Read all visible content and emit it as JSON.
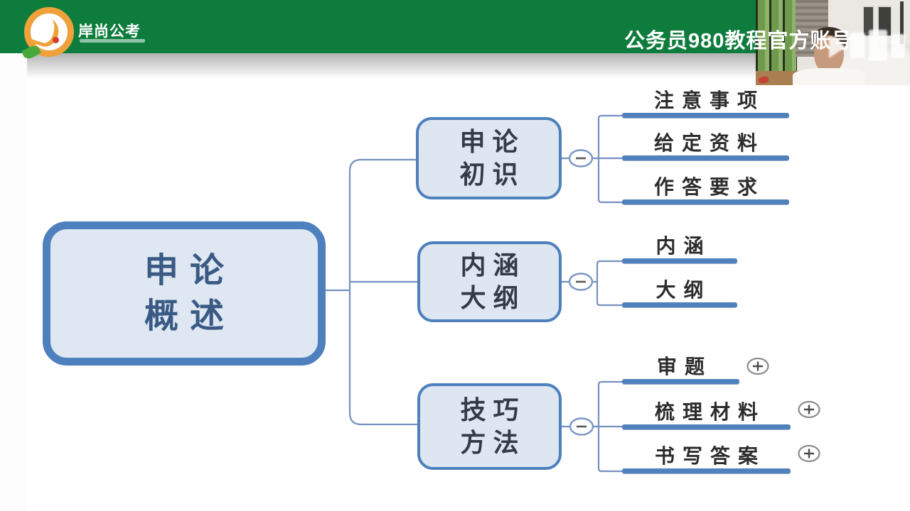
{
  "header": {
    "brand": "岸尚公考",
    "title": "公务员980教程官方账号"
  },
  "mindmap": {
    "root": {
      "line1": "申论",
      "line2": "概述"
    },
    "branches": [
      {
        "node": {
          "line1": "申论",
          "line2": "初识"
        },
        "children": [
          {
            "label": "注意事项"
          },
          {
            "label": "给定资料"
          },
          {
            "label": "作答要求"
          }
        ]
      },
      {
        "node": {
          "line1": "内涵",
          "line2": "大纲"
        },
        "children": [
          {
            "label": "内涵"
          },
          {
            "label": "大纲"
          }
        ]
      },
      {
        "node": {
          "line1": "技巧",
          "line2": "方法"
        },
        "children": [
          {
            "label": "审题"
          },
          {
            "label": "梳理材料"
          },
          {
            "label": "书写答案"
          }
        ]
      }
    ]
  },
  "colors": {
    "header_green": "#0d7c3d",
    "node_border": "#4d80bd",
    "node_fill": "#dde6f1",
    "bar_blue": "#4f81bd",
    "connector": "#7590bf",
    "root_text": "#3a5a85",
    "node_text": "#333b49",
    "leaf_text": "#2c2c2c"
  }
}
